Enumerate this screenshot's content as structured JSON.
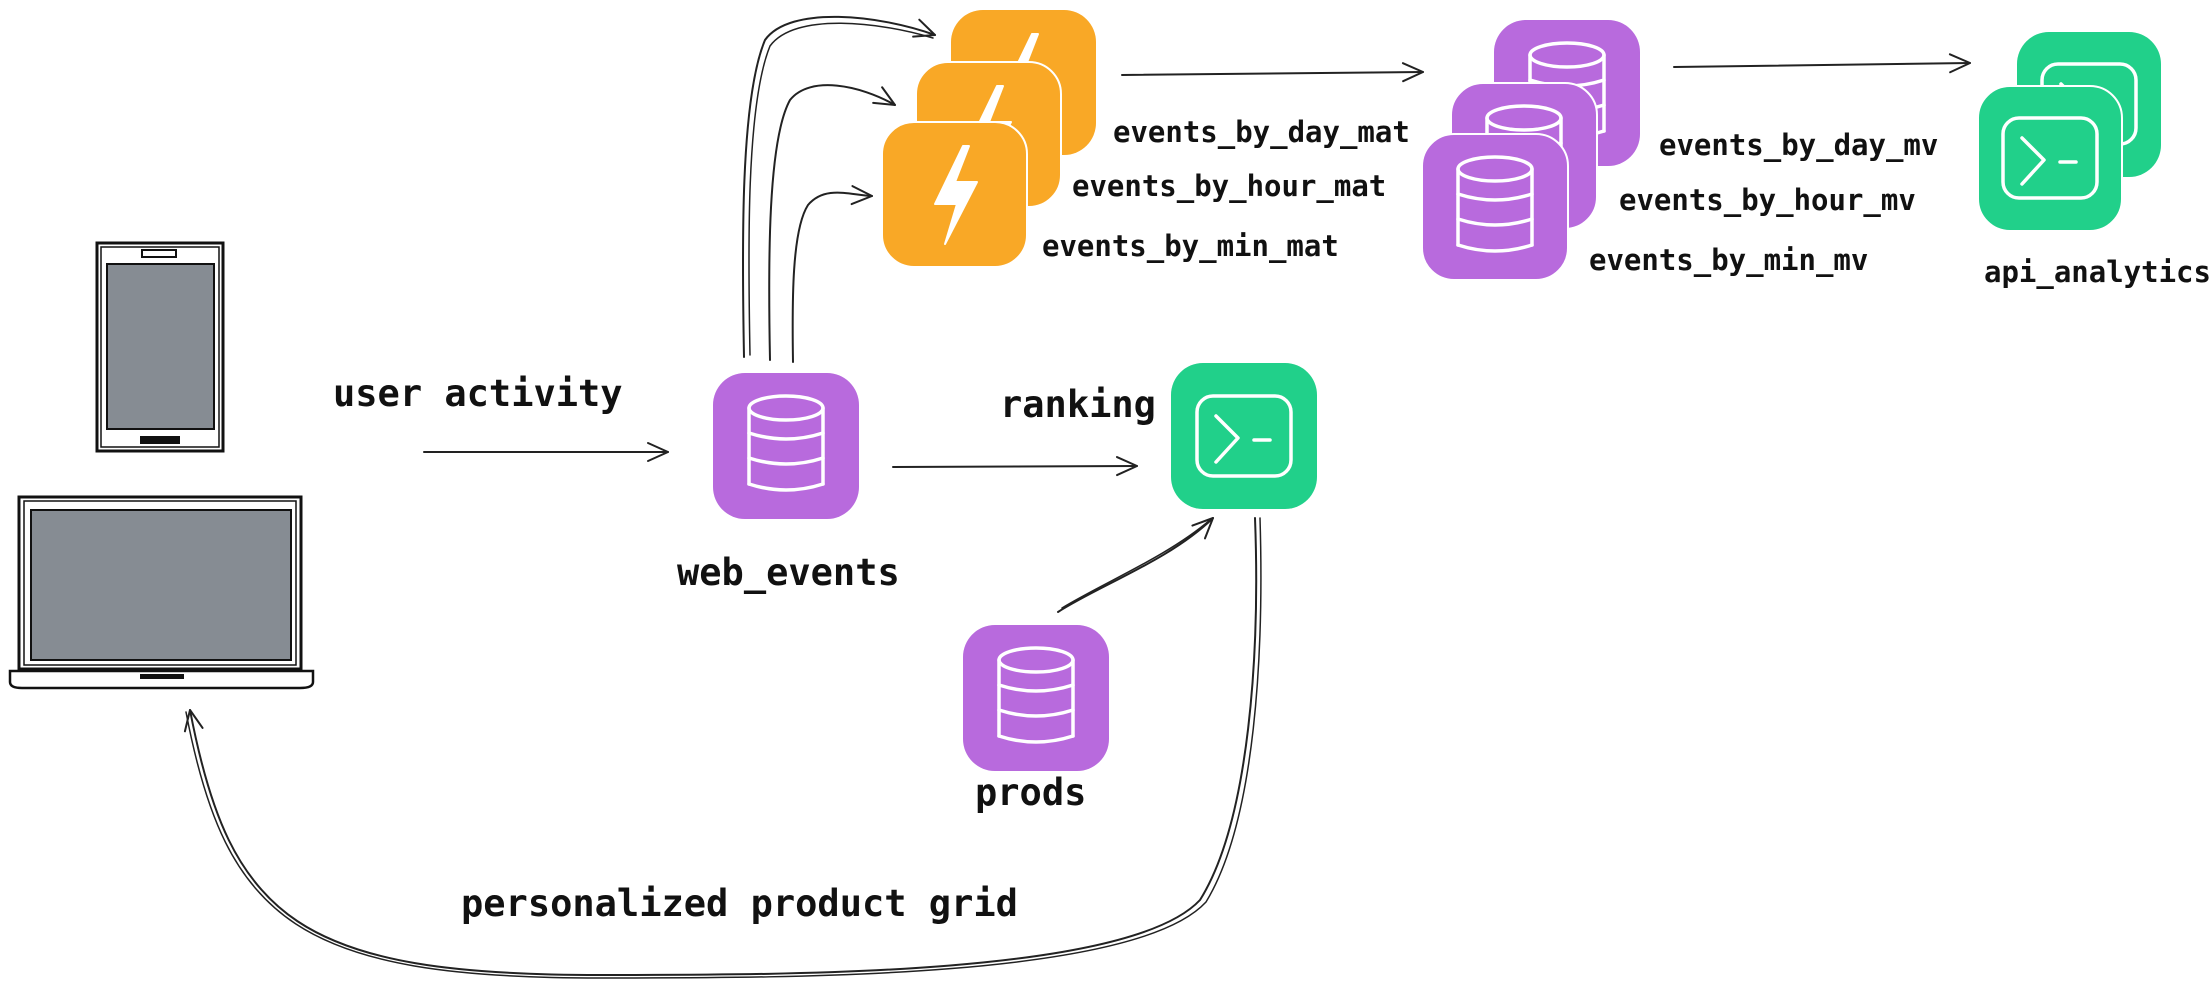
{
  "colors": {
    "datasource": "#B86ADD",
    "materialization": "#F9A826",
    "endpoint": "#21D08A",
    "device_screen": "#868C93",
    "stroke": "#222222"
  },
  "labels": {
    "user_activity": "user activity",
    "web_events": "web_events",
    "ranking": "ranking",
    "prods": "prods",
    "personalized_product_grid": "personalized product grid",
    "events_by_day_mat": "events_by_day_mat",
    "events_by_hour_mat": "events_by_hour_mat",
    "events_by_min_mat": "events_by_min_mat",
    "events_by_day_mv": "events_by_day_mv",
    "events_by_hour_mv": "events_by_hour_mv",
    "events_by_min_mv": "events_by_min_mv",
    "api_analytics": "api_analytics"
  },
  "icons": {
    "datasource": "database-icon",
    "materialization": "lightning-icon",
    "endpoint": "terminal-icon",
    "phone": "phone-icon",
    "laptop": "laptop-icon"
  }
}
